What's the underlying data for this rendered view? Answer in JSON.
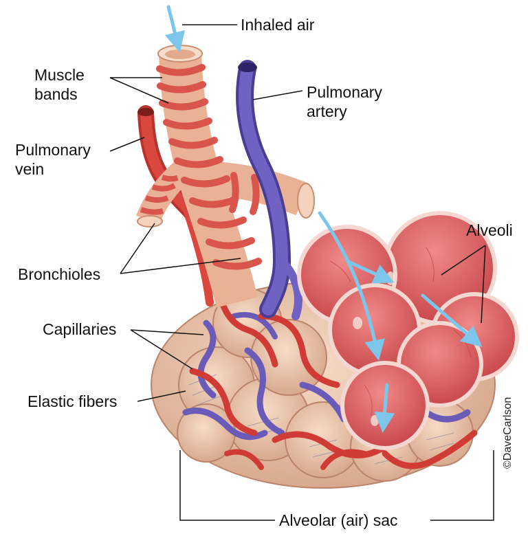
{
  "labels": {
    "inhaled_air": "Inhaled air",
    "muscle_bands_line1": "Muscle",
    "muscle_bands_line2": "bands",
    "pulmonary_artery_line1": "Pulmonary",
    "pulmonary_artery_line2": "artery",
    "pulmonary_vein_line1": "Pulmonary",
    "pulmonary_vein_line2": "vein",
    "alveoli": "Alveoli",
    "bronchioles": "Bronchioles",
    "capillaries": "Capillaries",
    "elastic_fibers": "Elastic fibers",
    "alveolar_sac": "Alveolar (air) sac"
  },
  "credit": "©DaveCarlson",
  "colors": {
    "airway_tissue": "#f2c3a6",
    "muscle": "#d9544a",
    "artery": "#6a5bb8",
    "vein": "#d13b35",
    "alveolus": "#e8787a",
    "air_flow_arrow": "#7cc6ec"
  }
}
